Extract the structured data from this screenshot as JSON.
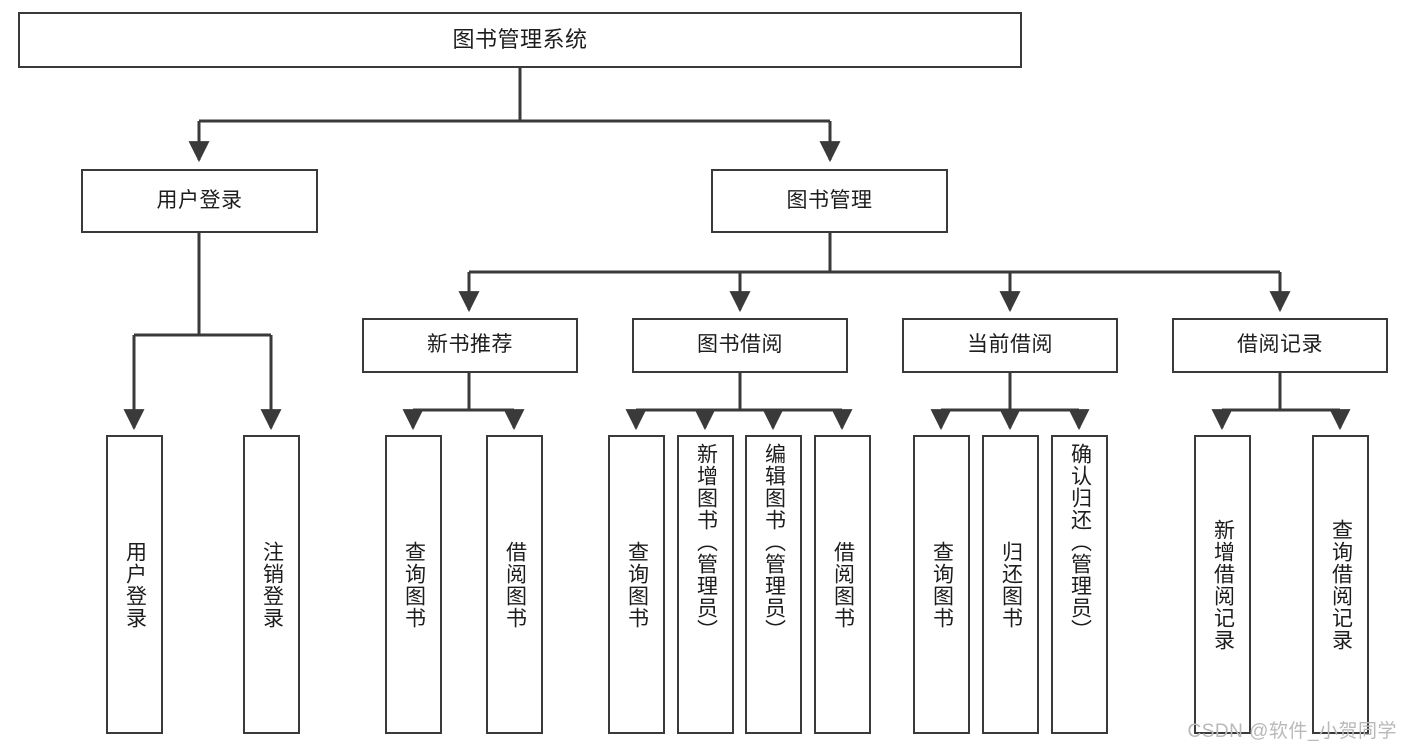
{
  "diagram": {
    "type": "tree-hierarchy-flowchart",
    "title": "图书管理系统",
    "watermark": "CSDN @软件_小贺同学",
    "colors": {
      "node_border": "#3a3a3a",
      "node_fill": "#ffffff",
      "edge": "#3a3a3a",
      "text": "#1d1d1d",
      "watermark": "#b9b9b9"
    },
    "root": {
      "label": "图书管理系统"
    },
    "level2": [
      {
        "label": "用户登录"
      },
      {
        "label": "图书管理"
      }
    ],
    "level3": [
      {
        "label": "新书推荐"
      },
      {
        "label": "图书借阅"
      },
      {
        "label": "当前借阅"
      },
      {
        "label": "借阅记录"
      }
    ],
    "leaves": {
      "user_login": [
        {
          "label": "用户登录"
        },
        {
          "label": "注销登录"
        }
      ],
      "new_book": [
        {
          "label": "查询图书"
        },
        {
          "label": "借阅图书"
        }
      ],
      "book_borrow": [
        {
          "label": "查询图书"
        },
        {
          "label": "新增图书（管理员）"
        },
        {
          "label": "编辑图书（管理员）"
        },
        {
          "label": "借阅图书"
        }
      ],
      "current_borrow": [
        {
          "label": "查询图书"
        },
        {
          "label": "归还图书"
        },
        {
          "label": "确认归还（管理员）"
        }
      ],
      "borrow_record": [
        {
          "label": "新增借阅记录"
        },
        {
          "label": "查询借阅记录"
        }
      ]
    }
  }
}
